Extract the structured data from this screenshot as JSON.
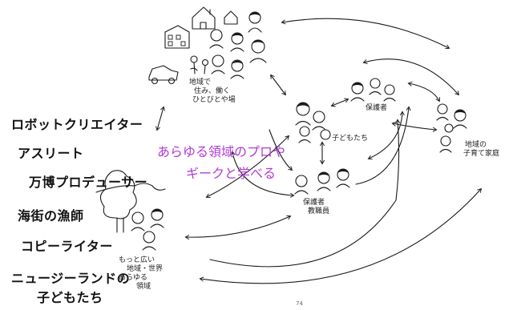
{
  "professions": [
    "ロボットクリエイター",
    "アスリート",
    "万博プロデューサー",
    "海街の漁師",
    "コピーライター",
    "ニュージーランドの",
    "子どもたち"
  ],
  "center_text": {
    "line1": "あらゆる領域のプロや",
    "line2": "ギークと学べる"
  },
  "handwritten": {
    "town_line1": "地域で",
    "town_line2": "住み、働く",
    "town_line3": "ひとびとや場",
    "children": "子どもたち",
    "guardians": "保護者",
    "teachers_line1": "保護者",
    "teachers_line2": "教職員",
    "family_line1": "地域の",
    "family_line2": "子育て家庭",
    "world_line1": "もっと広い",
    "world_line2": "地域・世界",
    "world_line3": "あらゆる",
    "world_line4": "領域"
  },
  "page_number": "74",
  "accent_color": "#b23ad6"
}
